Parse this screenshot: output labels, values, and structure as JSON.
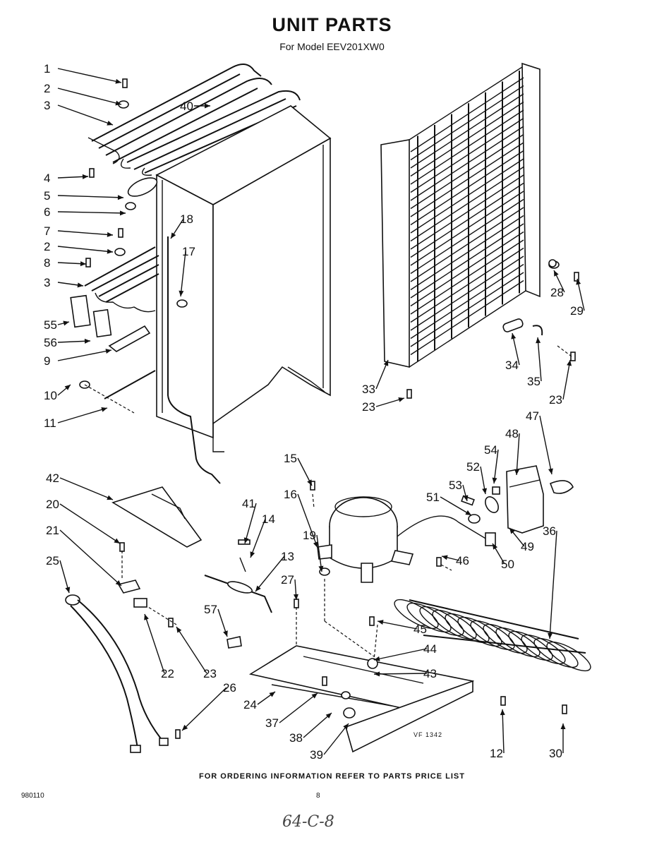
{
  "title": "UNIT PARTS",
  "subtitle": "For Model EEV201XW0",
  "footer_note": "FOR ORDERING INFORMATION REFER TO PARTS PRICE LIST",
  "doc_code": "980110",
  "page_number": "8",
  "figure_code": "VF 1342",
  "handwritten_note": "64-C-8",
  "part_labels": [
    {
      "id": "p1",
      "text": "1"
    },
    {
      "id": "p2a",
      "text": "2"
    },
    {
      "id": "p3a",
      "text": "3"
    },
    {
      "id": "p40",
      "text": "40"
    },
    {
      "id": "p4",
      "text": "4"
    },
    {
      "id": "p5",
      "text": "5"
    },
    {
      "id": "p6",
      "text": "6"
    },
    {
      "id": "p7",
      "text": "7"
    },
    {
      "id": "p2b",
      "text": "2"
    },
    {
      "id": "p8",
      "text": "8"
    },
    {
      "id": "p3b",
      "text": "3"
    },
    {
      "id": "p18",
      "text": "18"
    },
    {
      "id": "p17",
      "text": "17"
    },
    {
      "id": "p55",
      "text": "55"
    },
    {
      "id": "p56",
      "text": "56"
    },
    {
      "id": "p9",
      "text": "9"
    },
    {
      "id": "p10",
      "text": "10"
    },
    {
      "id": "p11",
      "text": "11"
    },
    {
      "id": "p28",
      "text": "28"
    },
    {
      "id": "p29",
      "text": "29"
    },
    {
      "id": "p34",
      "text": "34"
    },
    {
      "id": "p35",
      "text": "35"
    },
    {
      "id": "p23a",
      "text": "23"
    },
    {
      "id": "p33",
      "text": "33"
    },
    {
      "id": "p23b",
      "text": "23"
    },
    {
      "id": "p47",
      "text": "47"
    },
    {
      "id": "p48",
      "text": "48"
    },
    {
      "id": "p54",
      "text": "54"
    },
    {
      "id": "p52",
      "text": "52"
    },
    {
      "id": "p53",
      "text": "53"
    },
    {
      "id": "p51",
      "text": "51"
    },
    {
      "id": "p36",
      "text": "36"
    },
    {
      "id": "p49",
      "text": "49"
    },
    {
      "id": "p50",
      "text": "50"
    },
    {
      "id": "p46",
      "text": "46"
    },
    {
      "id": "p15",
      "text": "15"
    },
    {
      "id": "p16",
      "text": "16"
    },
    {
      "id": "p42",
      "text": "42"
    },
    {
      "id": "p41",
      "text": "41"
    },
    {
      "id": "p14",
      "text": "14"
    },
    {
      "id": "p19",
      "text": "19"
    },
    {
      "id": "p13",
      "text": "13"
    },
    {
      "id": "p20",
      "text": "20"
    },
    {
      "id": "p21",
      "text": "21"
    },
    {
      "id": "p25",
      "text": "25"
    },
    {
      "id": "p27",
      "text": "27"
    },
    {
      "id": "p57",
      "text": "57"
    },
    {
      "id": "p45",
      "text": "45"
    },
    {
      "id": "p44",
      "text": "44"
    },
    {
      "id": "p43",
      "text": "43"
    },
    {
      "id": "p22",
      "text": "22"
    },
    {
      "id": "p23c",
      "text": "23"
    },
    {
      "id": "p26",
      "text": "26"
    },
    {
      "id": "p24",
      "text": "24"
    },
    {
      "id": "p37",
      "text": "37"
    },
    {
      "id": "p38",
      "text": "38"
    },
    {
      "id": "p39",
      "text": "39"
    },
    {
      "id": "p12",
      "text": "12"
    },
    {
      "id": "p30",
      "text": "30"
    }
  ]
}
